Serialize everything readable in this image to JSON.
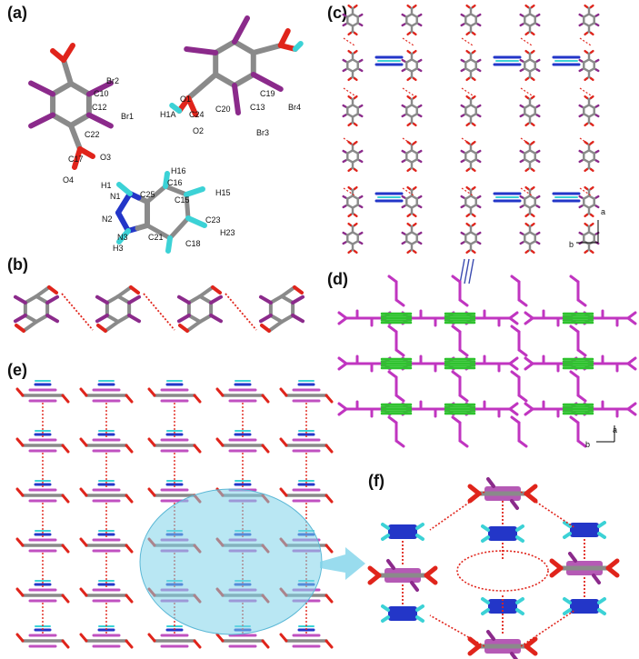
{
  "panels": {
    "a": {
      "label": "(a)"
    },
    "b": {
      "label": "(b)"
    },
    "c": {
      "label": "(c)",
      "axis_a": "a",
      "axis_b": "b"
    },
    "d": {
      "label": "(d)",
      "axis_a": "a",
      "axis_b": "b"
    },
    "e": {
      "label": "(e)"
    },
    "f": {
      "label": "(f)"
    }
  },
  "atoms_left": [
    "Br2",
    "C10",
    "C12",
    "Br1",
    "C22",
    "C17",
    "O3",
    "O4"
  ],
  "atoms_right": [
    "O1",
    "H1A",
    "C24",
    "O2",
    "C20",
    "C19",
    "C13",
    "Br4",
    "Br3"
  ],
  "atoms_imid": [
    "H16",
    "C16",
    "H1",
    "N1",
    "C25",
    "C15",
    "H15",
    "N2",
    "C23",
    "N3",
    "C21",
    "H3",
    "C18",
    "H23"
  ],
  "colors": {
    "carbon": "#8a8a8a",
    "bromine": "#8b2a8b",
    "oxygen": "#e0241b",
    "nitrogen": "#2336c8",
    "hydrogen": "#3cd2d6",
    "magenta_net": "#c035c0",
    "green_stack": "#2ec22e",
    "highlight": "#7fd3ea",
    "hbond": "#e0241b"
  }
}
